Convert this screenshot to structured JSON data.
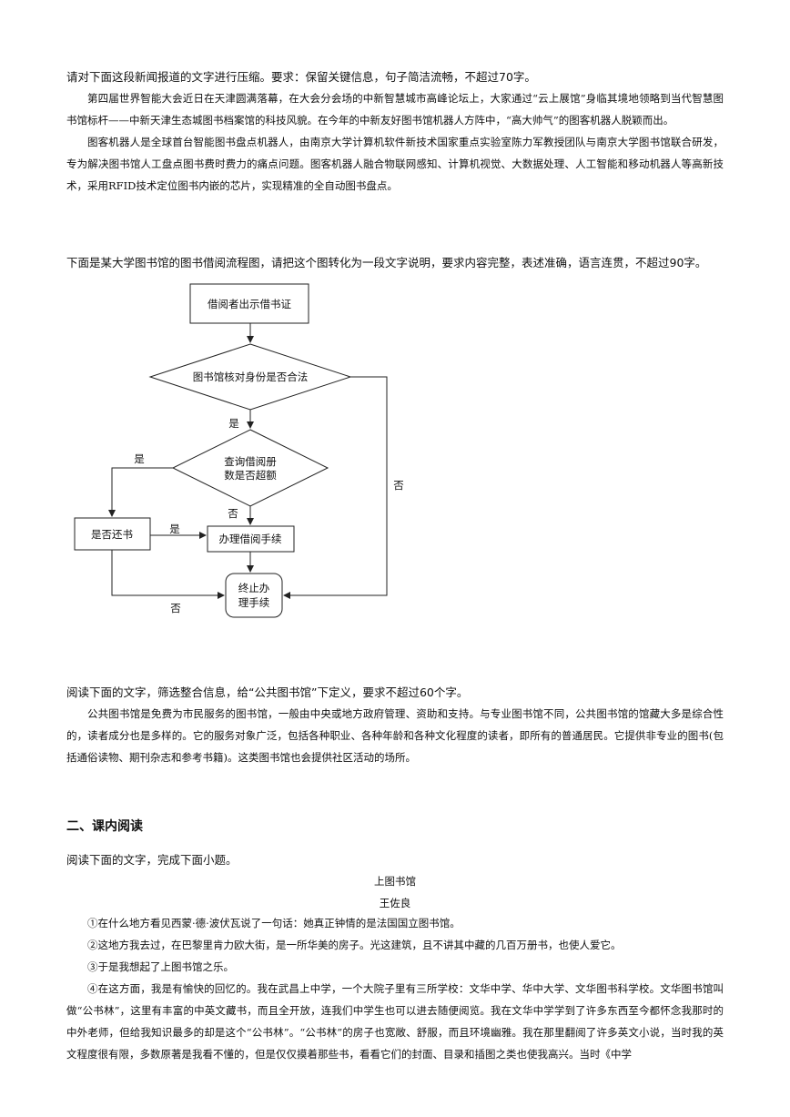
{
  "q1": {
    "prompt": "请对下面这段新闻报道的文字进行压缩。要求：保留关键信息，句子简洁流畅，不超过70字。",
    "p1": "第四届世界智能大会近日在天津圆满落幕，在大会分会场的中新智慧城市高峰论坛上，大家通过“云上展馆”身临其境地领略到当代智慧图书馆标杆——中新天津生态城图书档案馆的科技风貌。在今年的中新友好图书馆机器人方阵中，“高大帅气”的图客机器人脱颖而出。",
    "p2": "图客机器人是全球首台智能图书盘点机器人，由南京大学计算机软件新技术国家重点实验室陈力军教授团队与南京大学图书馆联合研发，专为解决图书馆人工盘点图书费时费力的痛点问题。图客机器人融合物联网感知、计算机视觉、大数据处理、人工智能和移动机器人等高新技术，采用RFID技术定位图书内嵌的芯片，实现精准的全自动图书盘点。"
  },
  "q2": {
    "prompt": "下面是某大学图书馆的图书借阅流程图，请把这个图转化为一段文字说明，要求内容完整，表述准确，语言连贯，不超过90字。",
    "flow": {
      "start": "借阅者出示借书证",
      "check_id": "图书馆核对身份是否合法",
      "check_limit_1": "查询借阅册",
      "check_limit_2": "数是否超额",
      "returned": "是否还书",
      "process": "办理借阅手续",
      "end_1": "终止办",
      "end_2": "理手续",
      "yes": "是",
      "no": "否"
    }
  },
  "q3": {
    "prompt": "阅读下面的文字，筛选整合信息，给“公共图书馆”下定义，要求不超过60个字。",
    "p1": "公共图书馆是免费为市民服务的图书馆，一般由中央或地方政府管理、资助和支持。与专业图书馆不同，公共图书馆的馆藏大多是综合性的，读者成分也是多样的。它的服务对象广泛，包括各种职业、各种年龄和各种文化程度的读者，即所有的普通居民。它提供非专业的图书(包括通俗读物、期刊杂志和参考书籍)。这类图书馆也会提供社区活动的场所。"
  },
  "section2": {
    "heading": "二、课内阅读",
    "prompt": "阅读下面的文字，完成下面小题。",
    "title": "上图书馆",
    "author": "王佐良",
    "s1": "①在什么地方看见西蒙·德·波伏瓦说了一句话：她真正钟情的是法国国立图书馆。",
    "s2": "②这地方我去过，在巴黎里肯力欧大街，是一所华美的房子。光这建筑，且不讲其中藏的几百万册书，也使人爱它。",
    "s3": "③于是我想起了上图书馆之乐。",
    "s4": "④在这方面，我是有愉快的回忆的。我在武昌上中学，一个大院子里有三所学校：文华中学、华中大学、文华图书科学校。文华图书馆叫做“公书林”，这里有丰富的中英文藏书，而且全开放，连我们中学生也可以进去随便阅览。我在文华中学学到了许多东西至今都怀念我那时的中外老师，但给我知识最多的却是这个“公书林”。“公书林”的房子也宽敞、舒服，而且环境幽雅。我在那里翻阅了许多英文小说，当时我的英文程度很有限，多数原著是我看不懂的，但是仅仅摸着那些书，看看它们的封面、目录和插图之类也使我高兴。当时《中学"
  }
}
